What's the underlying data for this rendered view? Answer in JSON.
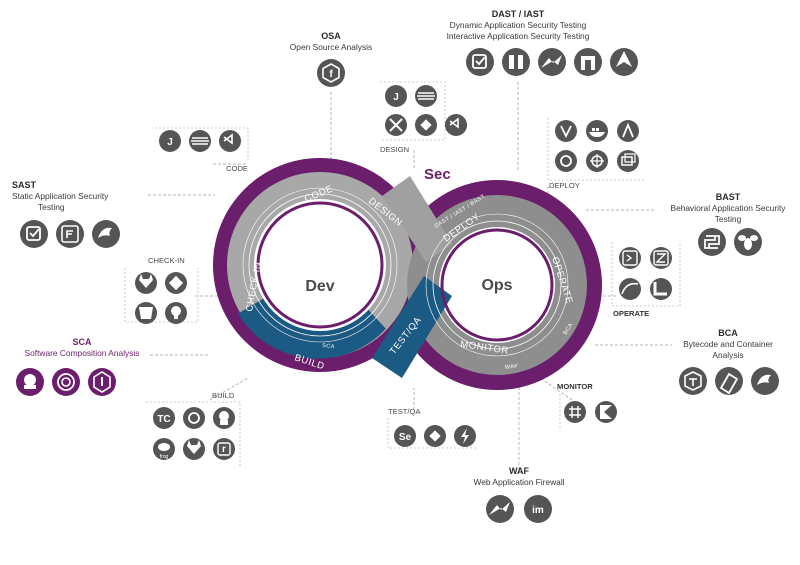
{
  "center": {
    "sec": "Sec",
    "dev": "Dev",
    "ops": "Ops"
  },
  "segments": {
    "code": "CODE",
    "design": "DESIGN",
    "checkin": "CHECK-IN",
    "build": "BUILD",
    "testqa": "TEST/QA",
    "deploy": "DEPLOY",
    "operate": "OPERATE",
    "monitor": "MONITOR"
  },
  "tracks": {
    "sast": "SAST",
    "osa": "OSA",
    "sca": "SCA",
    "dast": "DAST / IAST / BAST",
    "bca": "BCA",
    "waf": "WAF"
  },
  "groups": {
    "osa": {
      "title": "OSA",
      "subtitle": "Open Source Analysis"
    },
    "dast": {
      "title": "DAST / IAST",
      "line1": "Dynamic Application Security Testing",
      "line2": "Interactive Application Security Testing"
    },
    "sast": {
      "title": "SAST",
      "line1": "Static Application Security",
      "line2": "Testing"
    },
    "bast": {
      "title": "BAST",
      "line1": "Behavioral Application Security",
      "line2": "Testing"
    },
    "sca": {
      "title": "SCA",
      "subtitle": "Software Composition Analysis"
    },
    "bca": {
      "title": "BCA",
      "line1": "Bytecode and Container",
      "line2": "Analysis"
    },
    "waf": {
      "title": "WAF",
      "subtitle": "Web Application Firewall"
    }
  },
  "tool_labels": {
    "code": "CODE",
    "design": "DESIGN",
    "deploy": "DEPLOY",
    "checkin": "CHECK-IN",
    "operate": "OPERATE",
    "build": "BUILD",
    "monitor": "MONITOR",
    "testqa": "TEST/QA"
  },
  "icons": {
    "osa": [
      "fossa-icon"
    ],
    "dast": [
      "checkmarx-icon",
      "burp-icon",
      "contrast-icon",
      "netsparker-icon",
      "acunetix-icon"
    ],
    "sast": [
      "checkmarx-icon",
      "fortify-icon",
      "veracode-icon"
    ],
    "bast": [
      "python-icon",
      "bee-icon"
    ],
    "sca": [
      "blackduck-icon",
      "whitesource-icon",
      "snyk-icon"
    ],
    "bca": [
      "twistlock-icon",
      "aqua-icon",
      "veracode-icon"
    ],
    "waf": [
      "signal-sciences-icon",
      "imperva-icon"
    ],
    "code": [
      "intellij-icon",
      "eclipse-icon",
      "visual-studio-icon"
    ],
    "design": [
      "intellij-icon",
      "eclipse-icon",
      "xcode-icon",
      "diamond-icon",
      "visual-studio-icon"
    ],
    "deploy": [
      "vagrant-icon",
      "docker-icon",
      "ansible-icon",
      "cycle-icon",
      "kubernetes-icon",
      "layers-icon"
    ],
    "checkin": [
      "gitlab-icon",
      "git-icon",
      "bitbucket-icon",
      "github-icon"
    ],
    "operate": [
      "terminal-icon",
      "zabbix-icon",
      "curve-icon",
      "shape-icon"
    ],
    "build": [
      "teamcity-icon",
      "circleci-icon",
      "jenkins-icon",
      "jfrog-icon",
      "gitlab-icon",
      "bracket-icon"
    ],
    "monitor": [
      "grid-icon",
      "kibana-icon"
    ],
    "testqa": [
      "selenium-icon",
      "diamond-icon",
      "bolt-icon"
    ]
  },
  "colors": {
    "purple": "#6a1e6b",
    "blue": "#1b5a82",
    "ring_gray": "#8e8e8e",
    "icon_gray": "#555555"
  }
}
